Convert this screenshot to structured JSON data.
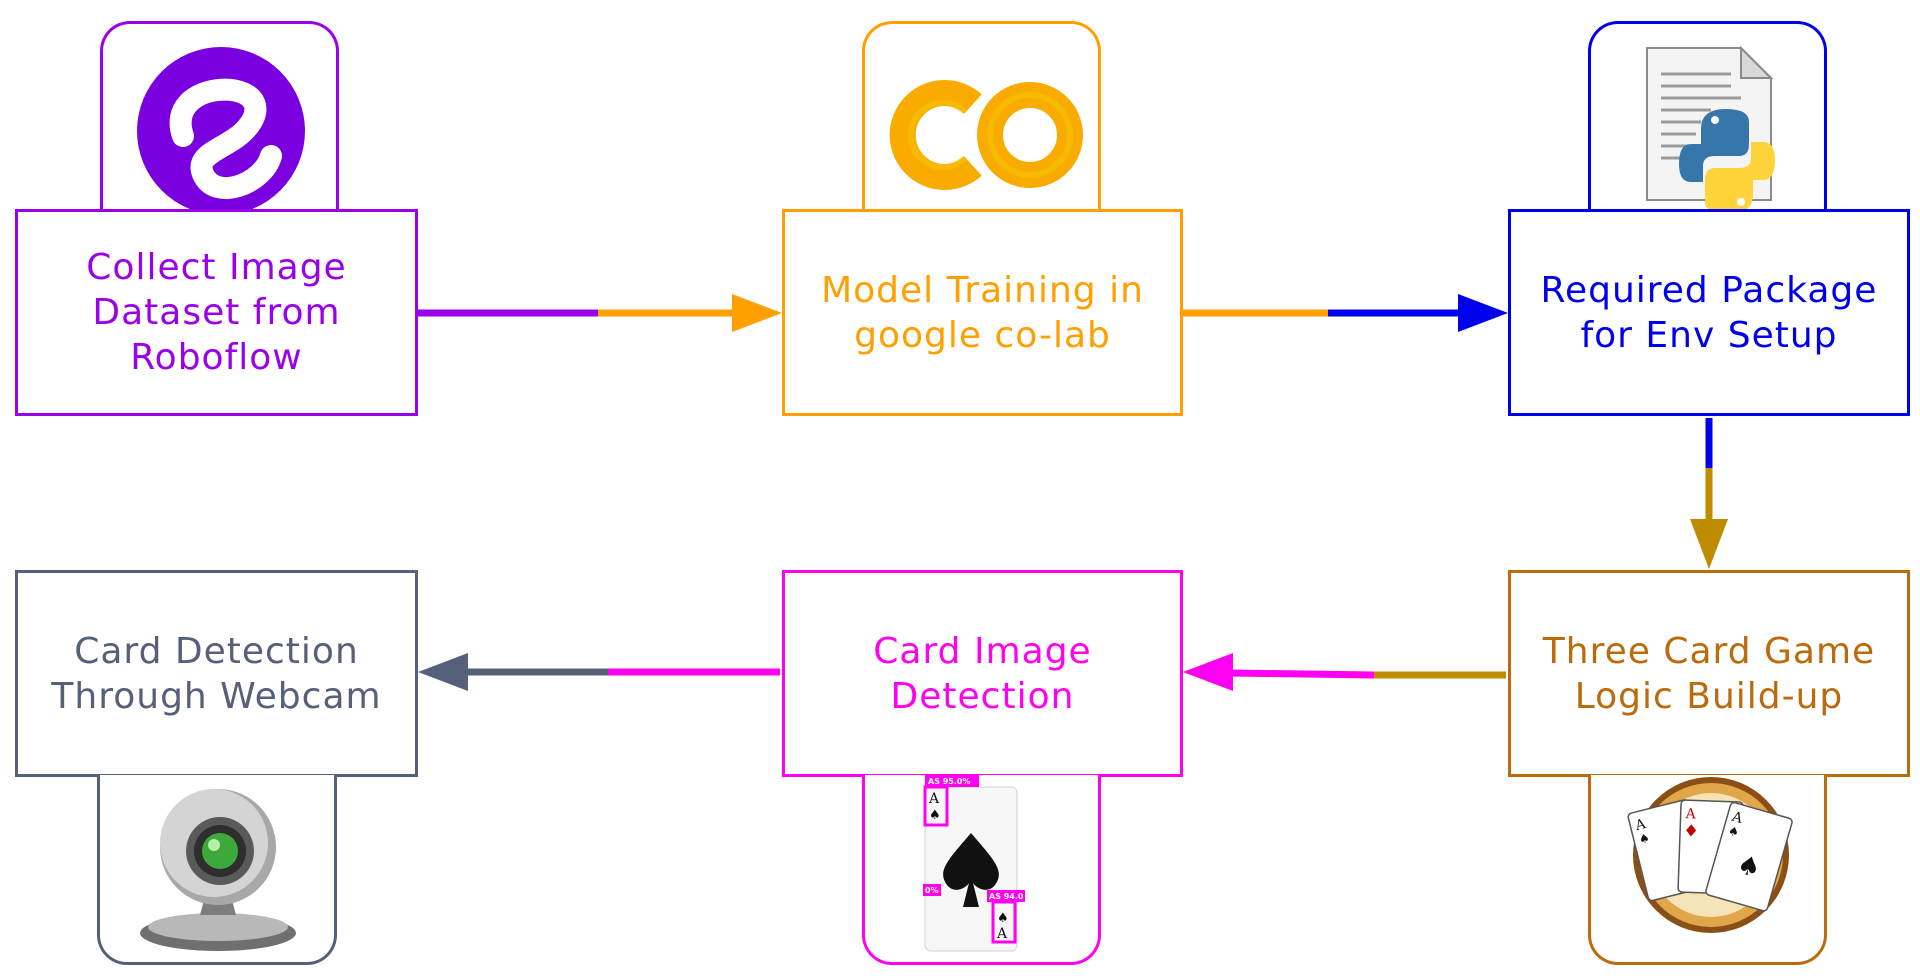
{
  "steps": {
    "collect": {
      "label": "Collect Image\nDataset from\nRoboflow",
      "color": "#9b00ea"
    },
    "train": {
      "label": "Model Training in\ngoogle co-lab",
      "color": "#ffa000"
    },
    "setup": {
      "label": "Required Package\nfor Env Setup",
      "color": "#0000ec"
    },
    "logic": {
      "label": "Three Card Game\nLogic Build-up",
      "color": "#bb6a0c"
    },
    "detect": {
      "label": "Card Image\nDetection",
      "color": "#ff00f0"
    },
    "webcam": {
      "label": "Card Detection\nThrough Webcam",
      "color": "#56607a"
    }
  },
  "icons": {
    "collect": "roboflow-logo-icon",
    "train": "google-colab-logo-icon",
    "setup": "python-file-icon",
    "detect": "ace-of-spades-detection-icon",
    "logic": "three-playing-cards-icon",
    "webcam": "webcam-icon"
  },
  "detection_labels": [
    "AS 95.0%",
    "0%",
    "AS 94.0"
  ],
  "card_texts": {
    "rank": "A",
    "suit": "♠"
  },
  "colors": {
    "collect_line": "#9b00ea",
    "train_line": "#ffa000",
    "setup_line": "#0000ec",
    "logic_line": "#bf8c00",
    "detect_line": "#ff00f0",
    "webcam_line": "#56607a"
  }
}
